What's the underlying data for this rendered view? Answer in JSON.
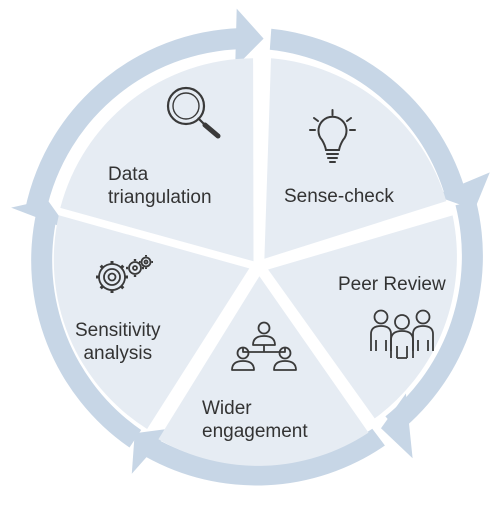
{
  "diagram": {
    "segments": [
      {
        "id": "data-triangulation",
        "lines": [
          "Data",
          "triangulation"
        ],
        "icon": "magnifier-icon"
      },
      {
        "id": "sense-check",
        "lines": [
          "Sense-check"
        ],
        "icon": "lightbulb-icon"
      },
      {
        "id": "peer-review",
        "lines": [
          "Peer Review"
        ],
        "icon": "people-group-icon"
      },
      {
        "id": "wider-engagement",
        "lines": [
          "Wider",
          "engagement"
        ],
        "icon": "network-people-icon"
      },
      {
        "id": "sensitivity-analysis",
        "lines": [
          "Sensitivity",
          "analysis"
        ],
        "icon": "gears-icon"
      }
    ],
    "colors": {
      "segment_fill": "#e6ecf3",
      "ring": "#c7d6e6",
      "icon_stroke": "#3a3a3a",
      "text": "#333333"
    }
  }
}
